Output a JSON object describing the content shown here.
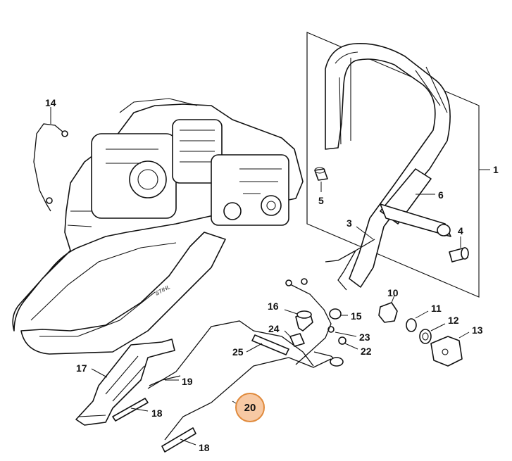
{
  "parts": {
    "p1": "1",
    "p3": "3",
    "p4": "4",
    "p5": "5",
    "p6": "6",
    "p10": "10",
    "p11": "11",
    "p12": "12",
    "p13": "13",
    "p14": "14",
    "p15": "15",
    "p16": "16",
    "p17": "17",
    "p18a": "18",
    "p18b": "18",
    "p19": "19",
    "p20": "20",
    "p22": "22",
    "p23": "23",
    "p24": "24",
    "p25": "25"
  },
  "highlight": {
    "part": "20",
    "color": "#f7c9a4",
    "border": "#e08a3c"
  },
  "engine_brand": "STIHL"
}
